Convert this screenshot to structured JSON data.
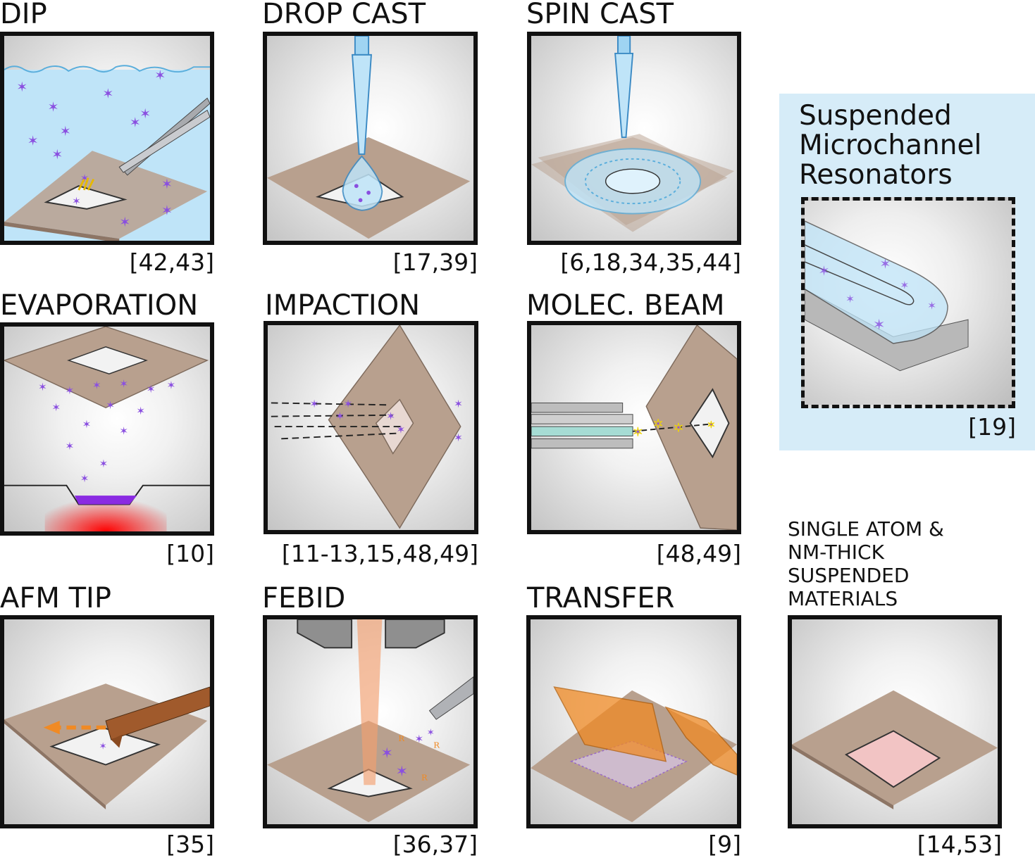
{
  "panels": {
    "dip": {
      "title": "DIP",
      "ref": "[42,43]"
    },
    "drop_cast": {
      "title": "DROP CAST",
      "ref": "[17,39]"
    },
    "spin_cast": {
      "title": "SPIN CAST",
      "ref": "[6,18,34,35,44]"
    },
    "evaporation": {
      "title": "EVAPORATION",
      "ref": "[10]"
    },
    "impaction": {
      "title": "IMPACTION",
      "ref": "[11-13,15,48,49]"
    },
    "molec_beam": {
      "title": "MOLEC. BEAM",
      "ref": "[48,49]"
    },
    "afm_tip": {
      "title": "AFM TIP",
      "ref": "[35]"
    },
    "febid": {
      "title": "FEBID",
      "ref": "[36,37]"
    },
    "transfer": {
      "title": "TRANSFER",
      "ref": "[9]"
    }
  },
  "smr": {
    "title_lines": [
      "Suspended",
      "Microchannel",
      "Resonators"
    ],
    "ref": "[19]"
  },
  "single_atom": {
    "title_lines": [
      "SINGLE ATOM &",
      "NM-THICK",
      "SUSPENDED",
      "MATERIALS"
    ],
    "ref": "[14,53]"
  },
  "annotations": {
    "precursor_ligand": "R"
  },
  "colors": {
    "substrate": "#b8a08e",
    "substrate_edge": "#7d6a5c",
    "molecule": "#8a4fe0",
    "liquid": "#bfe4f8",
    "orange": "#f08a24",
    "smr_background": "#d6ecf8",
    "membrane_pink": "#f2c4c4"
  }
}
